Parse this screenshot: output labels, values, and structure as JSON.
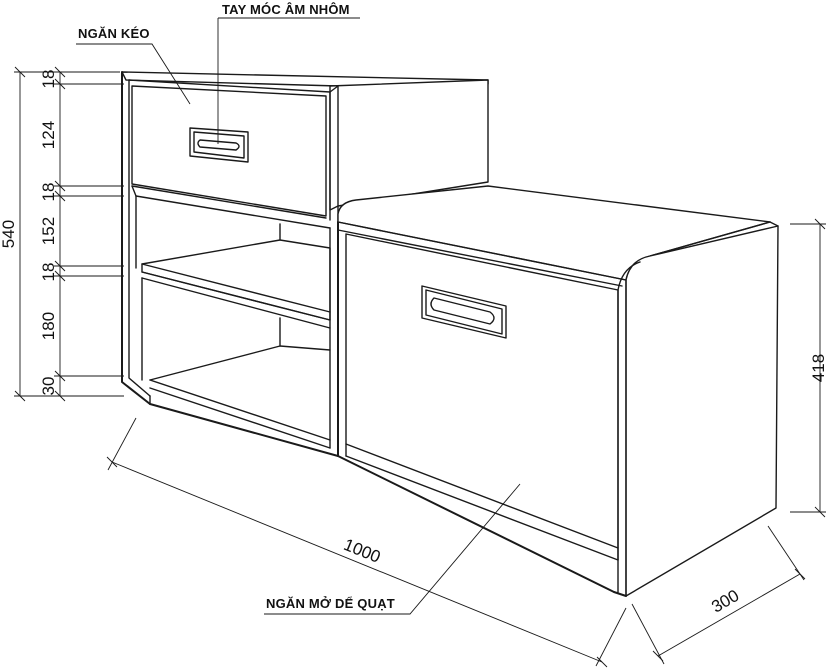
{
  "labels": {
    "drawer": "NGĂN KÉO",
    "handle": "TAY MÓC ÂM NHÔM",
    "flap": "NGĂN MỞ DỂ QUẠT"
  },
  "dimensions": {
    "height_total": "540",
    "height_18_top": "18",
    "height_124": "124",
    "height_18_mid1": "18",
    "height_152": "152",
    "height_18_mid2": "18",
    "height_180": "180",
    "height_30": "30",
    "width_1000": "1000",
    "depth_300": "300",
    "height_418": "418"
  }
}
